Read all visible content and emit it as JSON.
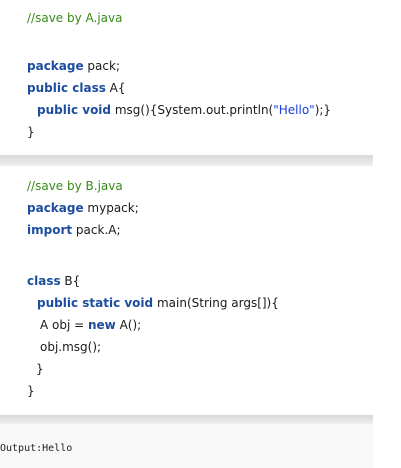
{
  "block_a": {
    "comment": "//save by A.java",
    "line2_kw": "package",
    "line2_rest": " pack;",
    "line3_kw": "public class",
    "line3_rest": " A{",
    "line4_kw": "public void",
    "line4_mid": " msg(){System.out.println(",
    "line4_str": "\"Hello\"",
    "line4_end": ");}",
    "line5": "}"
  },
  "block_b": {
    "comment": "//save by B.java",
    "line2_kw": "package",
    "line2_rest": " mypack;",
    "line3_kw": "import",
    "line3_rest": " pack.A;",
    "line4_kw": "class",
    "line4_rest": " B{",
    "line5_kw": "public static void",
    "line5_rest": " main(String args[]){",
    "line6_pre": "A obj = ",
    "line6_kw": "new",
    "line6_rest": " A();",
    "line7": "obj.msg();",
    "line8": "}",
    "line9": "}"
  },
  "output": {
    "text": "Output:Hello"
  }
}
